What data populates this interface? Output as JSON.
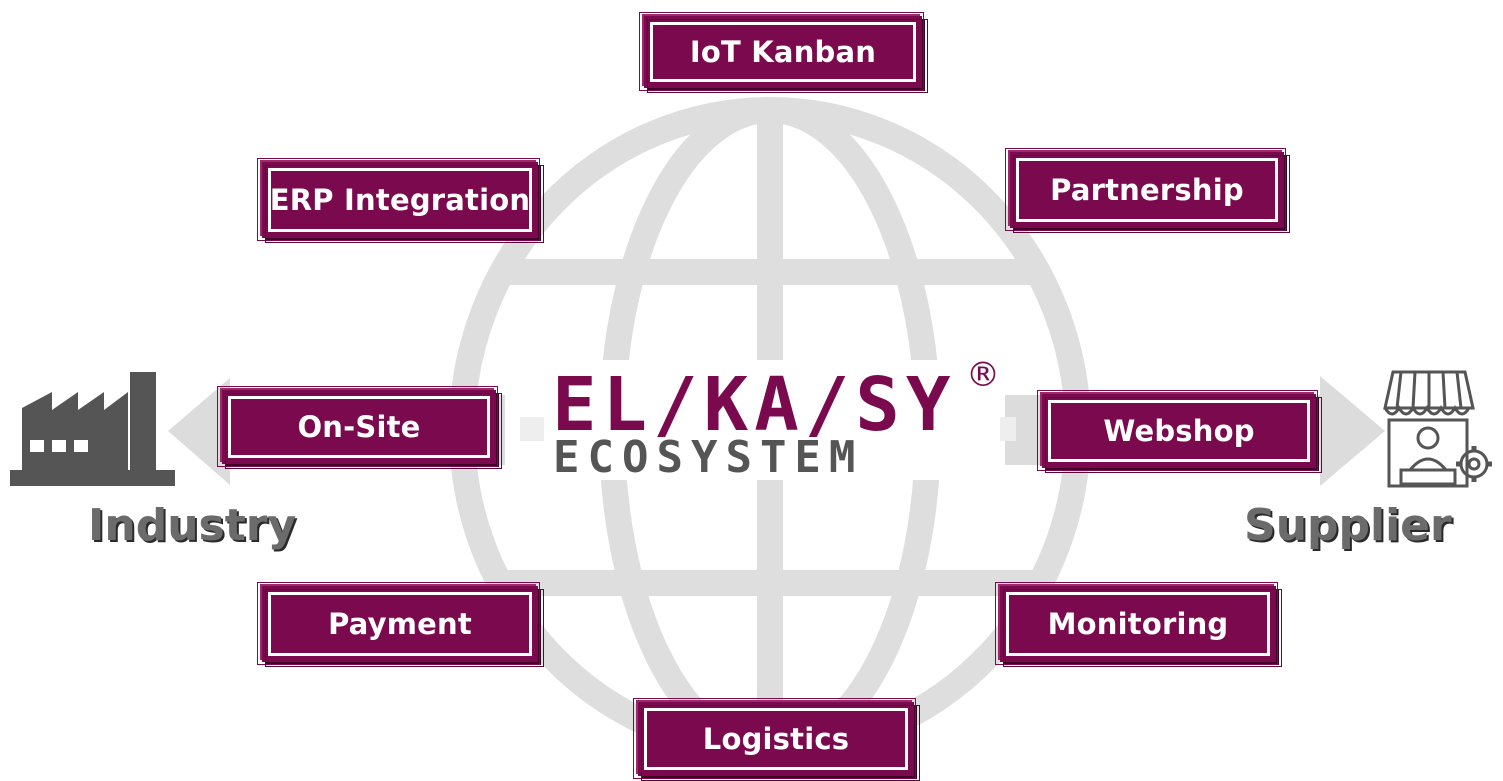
{
  "center": {
    "logo_text": "EL/KA/SY",
    "registered_mark": "®",
    "subtitle": "ECOSYSTEM"
  },
  "services": [
    {
      "key": "iot",
      "label": "IoT Kanban"
    },
    {
      "key": "erp",
      "label": "ERP Integration"
    },
    {
      "key": "partnership",
      "label": "Partnership"
    },
    {
      "key": "onsite",
      "label": "On-Site"
    },
    {
      "key": "webshop",
      "label": "Webshop"
    },
    {
      "key": "payment",
      "label": "Payment"
    },
    {
      "key": "monitoring",
      "label": "Monitoring"
    },
    {
      "key": "logistics",
      "label": "Logistics"
    }
  ],
  "left_party": {
    "label": "Industry",
    "icon": "factory-icon"
  },
  "right_party": {
    "label": "Supplier",
    "icon": "supplier-shop-icon"
  },
  "colors": {
    "brand": "#7a0a4d",
    "globe": "#dedede",
    "icon_gray": "#555555",
    "label_gray": "#6b6b6b"
  }
}
